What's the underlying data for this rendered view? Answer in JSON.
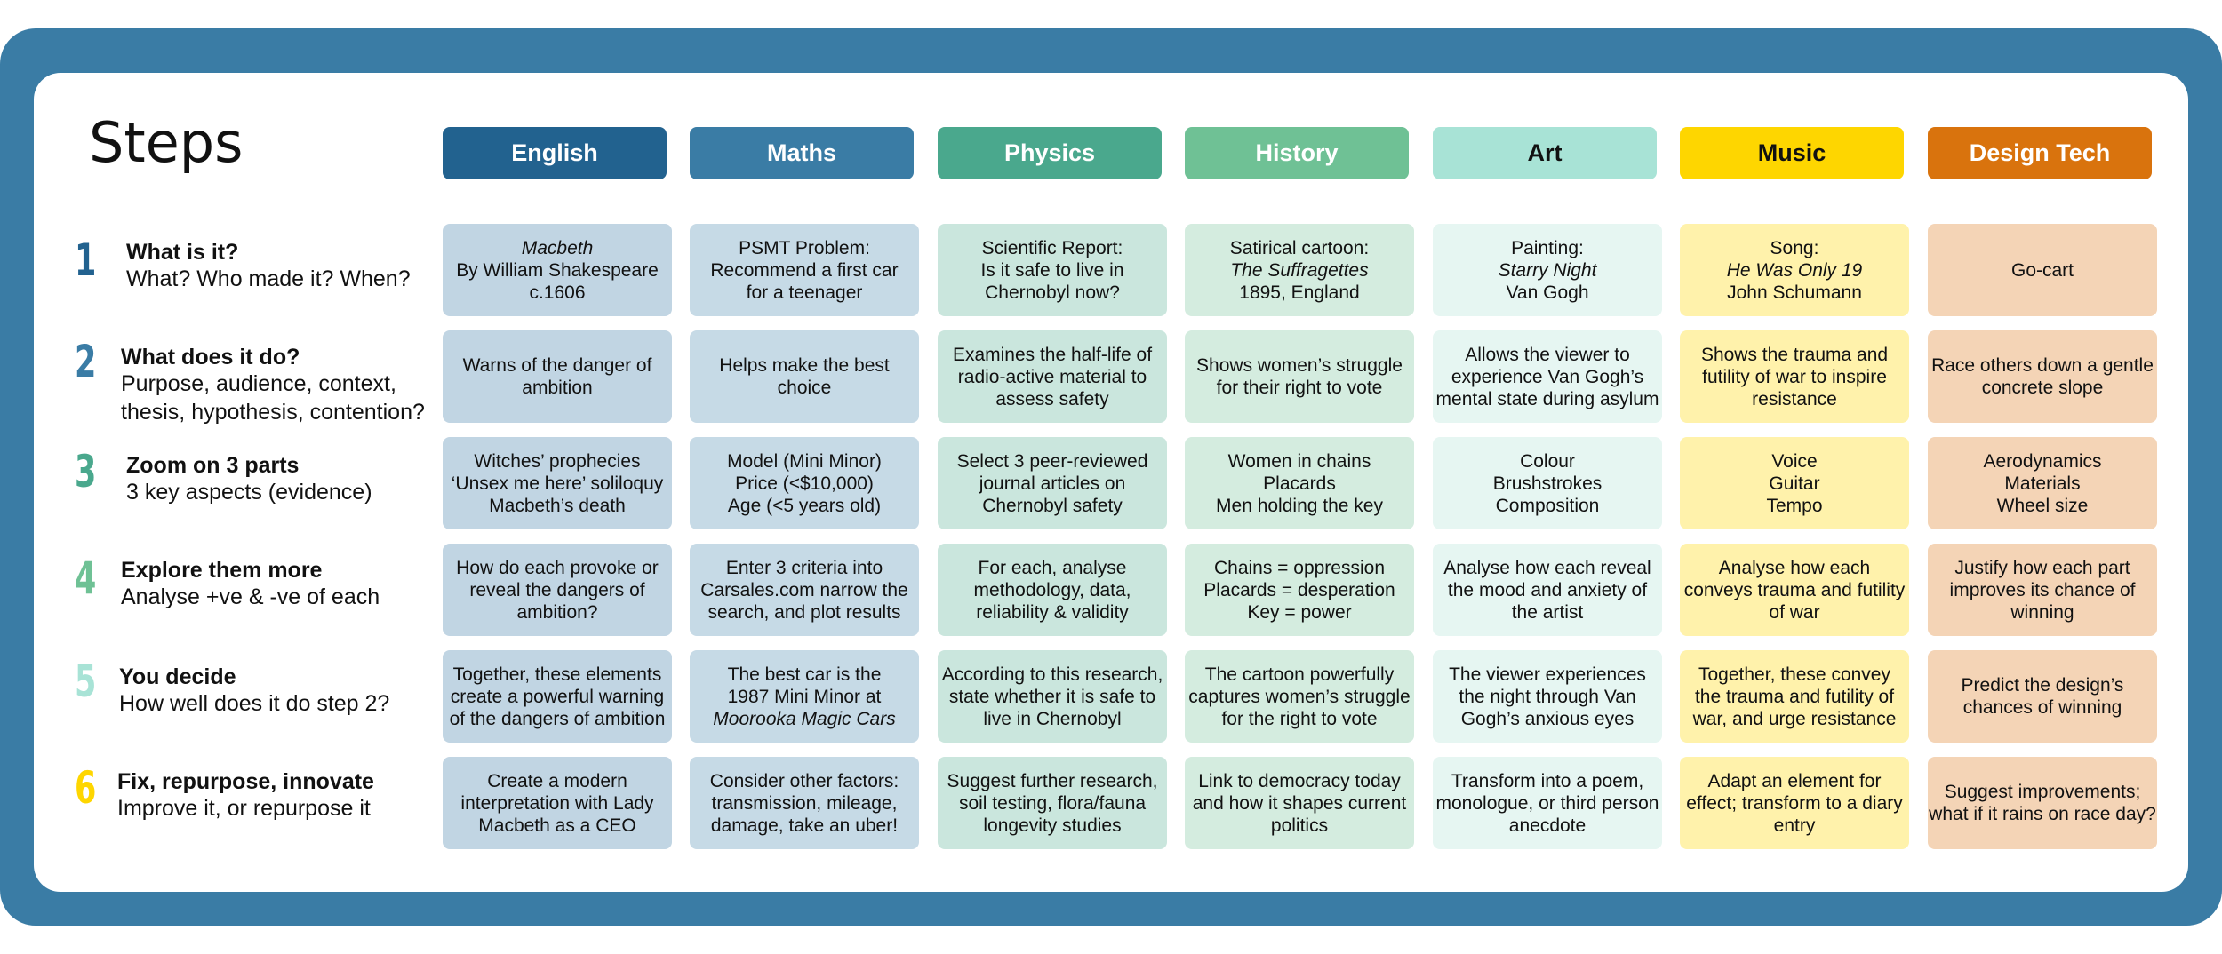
{
  "title": "Steps",
  "colors": {
    "frame": "#3a7ca5",
    "english_header": "#22628f",
    "maths_header": "#3a7ca5",
    "physics_header": "#4aa88d",
    "history_header": "#6fc195",
    "art_header": "#a8e3d6",
    "music_header": "#fed600",
    "designtech_header": "#d9730d"
  },
  "subjects": [
    "English",
    "Maths",
    "Physics",
    "History",
    "Art",
    "Music",
    "Design Tech"
  ],
  "steps": [
    {
      "number": "1",
      "title": "What is it?",
      "subtitle": "What? Who made it? When?"
    },
    {
      "number": "2",
      "title": "What does it do?",
      "subtitle": "Purpose, audience, context, thesis, hypothesis, contention?"
    },
    {
      "number": "3",
      "title": "Zoom on 3 parts",
      "subtitle": "3 key aspects (evidence)"
    },
    {
      "number": "4",
      "title": "Explore them more",
      "subtitle": "Analyse +ve & -ve of each"
    },
    {
      "number": "5",
      "title": "You decide",
      "subtitle": "How well does it do step 2?"
    },
    {
      "number": "6",
      "title": "Fix, repurpose, innovate",
      "subtitle": "Improve it, or repurpose it"
    }
  ],
  "grid": {
    "english": [
      [
        "Macbeth",
        "By William Shakespeare",
        "c.1606"
      ],
      [
        "Warns of the danger of",
        "ambition"
      ],
      [
        "Witches’ prophecies",
        "‘Unsex me here’ soliloquy",
        "Macbeth’s death"
      ],
      [
        "How do each provoke or",
        "reveal the dangers of",
        "ambition?"
      ],
      [
        "Together, these elements",
        "create a powerful warning",
        "of the dangers of ambition"
      ],
      [
        "Create a modern",
        "interpretation with Lady",
        "Macbeth as a CEO"
      ]
    ],
    "maths": [
      [
        "PSMT Problem:",
        "Recommend a first car",
        "for a teenager"
      ],
      [
        "Helps make the best",
        "choice"
      ],
      [
        "Model (Mini Minor)",
        "Price (<$10,000)",
        "Age (<5 years old)"
      ],
      [
        "Enter 3 criteria into",
        "Carsales.com narrow the",
        "search, and plot results"
      ],
      [
        "The best car is the",
        "1987 Mini Minor at",
        "Moorooka Magic Cars"
      ],
      [
        "Consider other factors:",
        "transmission, mileage,",
        "damage, take an uber!"
      ]
    ],
    "physics": [
      [
        "Scientific Report:",
        "Is it safe to live in",
        "Chernobyl now?"
      ],
      [
        "Examines the half-life of",
        "radio-active material to",
        "assess safety"
      ],
      [
        "Select 3 peer-reviewed",
        "journal articles on",
        "Chernobyl safety"
      ],
      [
        "For each, analyse",
        "methodology, data,",
        "reliability & validity"
      ],
      [
        "According to this research,",
        "state whether it is safe to",
        "live in Chernobyl"
      ],
      [
        "Suggest further research,",
        "soil testing, flora/fauna",
        "longevity studies"
      ]
    ],
    "history": [
      [
        "Satirical cartoon:",
        "The Suffragettes",
        "1895, England"
      ],
      [
        "Shows women’s struggle",
        "for their right to vote"
      ],
      [
        "Women in chains",
        "Placards",
        "Men holding the key"
      ],
      [
        "Chains = oppression",
        "Placards = desperation",
        "Key = power"
      ],
      [
        "The cartoon powerfully",
        "captures women’s struggle",
        "for the right to vote"
      ],
      [
        "Link to democracy today",
        "and how it shapes current",
        "politics"
      ]
    ],
    "art": [
      [
        "Painting:",
        "Starry Night",
        "Van Gogh"
      ],
      [
        "Allows the viewer to",
        "experience Van Gogh’s",
        "mental state during asylum"
      ],
      [
        "Colour",
        "Brushstrokes",
        "Composition"
      ],
      [
        "Analyse how each reveal",
        "the mood and anxiety of",
        "the artist"
      ],
      [
        "The viewer experiences",
        "the night through Van",
        "Gogh’s anxious eyes"
      ],
      [
        "Transform into a poem,",
        "monologue, or third person",
        "anecdote"
      ]
    ],
    "music": [
      [
        "Song:",
        "He Was Only 19",
        "John Schumann"
      ],
      [
        "Shows the trauma and",
        "futility of war to inspire",
        "resistance"
      ],
      [
        "Voice",
        "Guitar",
        "Tempo"
      ],
      [
        "Analyse how each",
        "conveys trauma and futility",
        "of war"
      ],
      [
        "Together, these convey",
        "the trauma and futility of",
        "war, and  urge resistance"
      ],
      [
        "Adapt an element for",
        "effect; transform to a diary",
        "entry"
      ]
    ],
    "designtech": [
      [
        "Go-cart"
      ],
      [
        "Race others down a gentle",
        "concrete slope"
      ],
      [
        "Aerodynamics",
        "Materials",
        "Wheel size"
      ],
      [
        "Justify how each part",
        "improves its chance of",
        "winning"
      ],
      [
        "Predict the design’s",
        "chances of winning"
      ],
      [
        "Suggest improvements;",
        "what if it rains on race day?"
      ]
    ]
  }
}
